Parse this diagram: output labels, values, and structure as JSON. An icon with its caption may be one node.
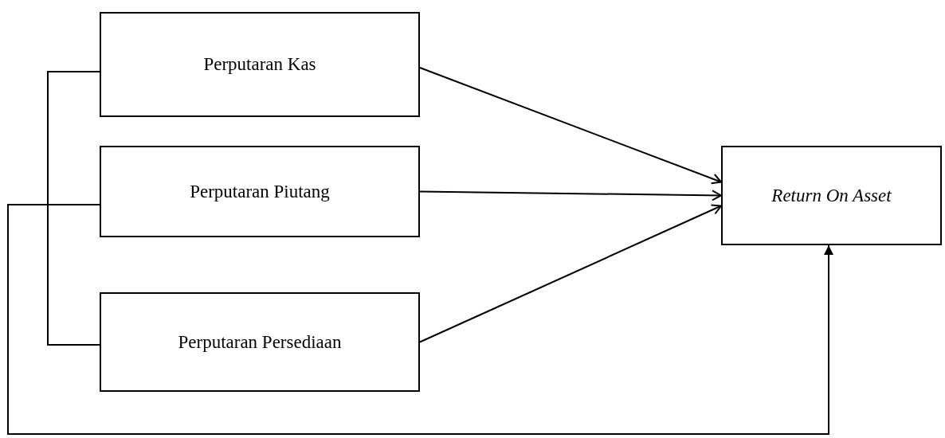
{
  "diagram": {
    "nodes": [
      {
        "text": [
          "Perputaran Kas"
        ]
      },
      {
        "text": [
          "Perputaran Piutang"
        ]
      },
      {
        "text": [
          "Perputaran Persediaan"
        ]
      },
      {
        "text": [
          "Return On Asset"
        ]
      }
    ],
    "edges": [
      {
        "from": 0,
        "to": 3,
        "arrow": "to"
      },
      {
        "from": 1,
        "to": 3,
        "arrow": "to"
      },
      {
        "from": 2,
        "to": 3,
        "arrow": "to"
      },
      {
        "from": 0,
        "to": 2,
        "arrow": "none"
      },
      {
        "from": 1,
        "to": 3,
        "arrow": "to"
      }
    ]
  }
}
